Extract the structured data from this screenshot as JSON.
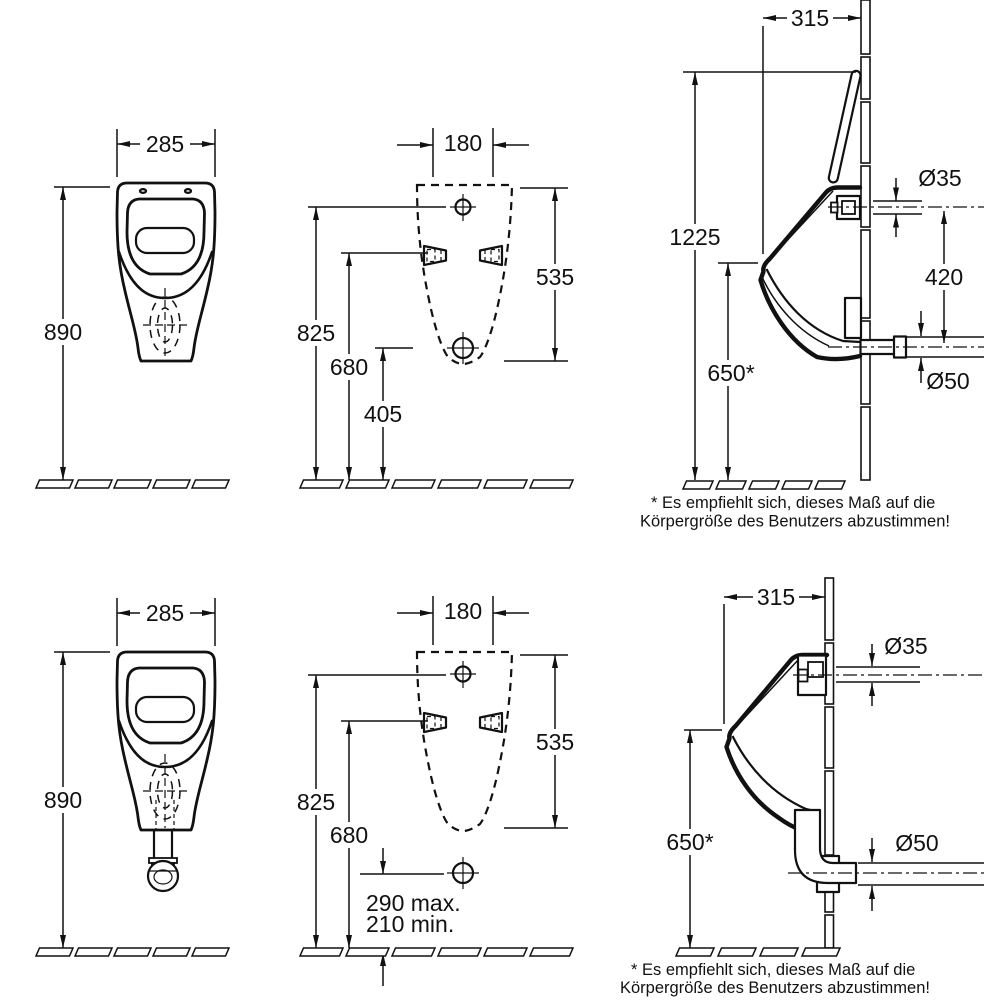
{
  "drawing": {
    "top": {
      "front": {
        "width": "285",
        "height": "890"
      },
      "mount": {
        "width": "180",
        "body": "535",
        "inlet": "825",
        "bracket": "680",
        "outlet": "405"
      },
      "side": {
        "depth": "315",
        "total": "1225",
        "rim": "650*",
        "inlet_dia": "Ø35",
        "spacing": "420",
        "outlet_dia": "Ø50"
      }
    },
    "bottom": {
      "front": {
        "width": "285",
        "height": "890"
      },
      "mount": {
        "width": "180",
        "body": "535",
        "inlet": "825",
        "bracket": "680",
        "outlet_max": "290 max.",
        "outlet_min": "210 min."
      },
      "side": {
        "depth": "315",
        "rim": "650*",
        "inlet_dia": "Ø35",
        "outlet_dia": "Ø50"
      }
    },
    "footnote": {
      "line1": "* Es empfiehlt sich, dieses Maß auf die",
      "line2": "Körpergröße des Benutzers abzustimmen!"
    },
    "colors": {
      "line": "#111111",
      "background": "#ffffff"
    }
  }
}
